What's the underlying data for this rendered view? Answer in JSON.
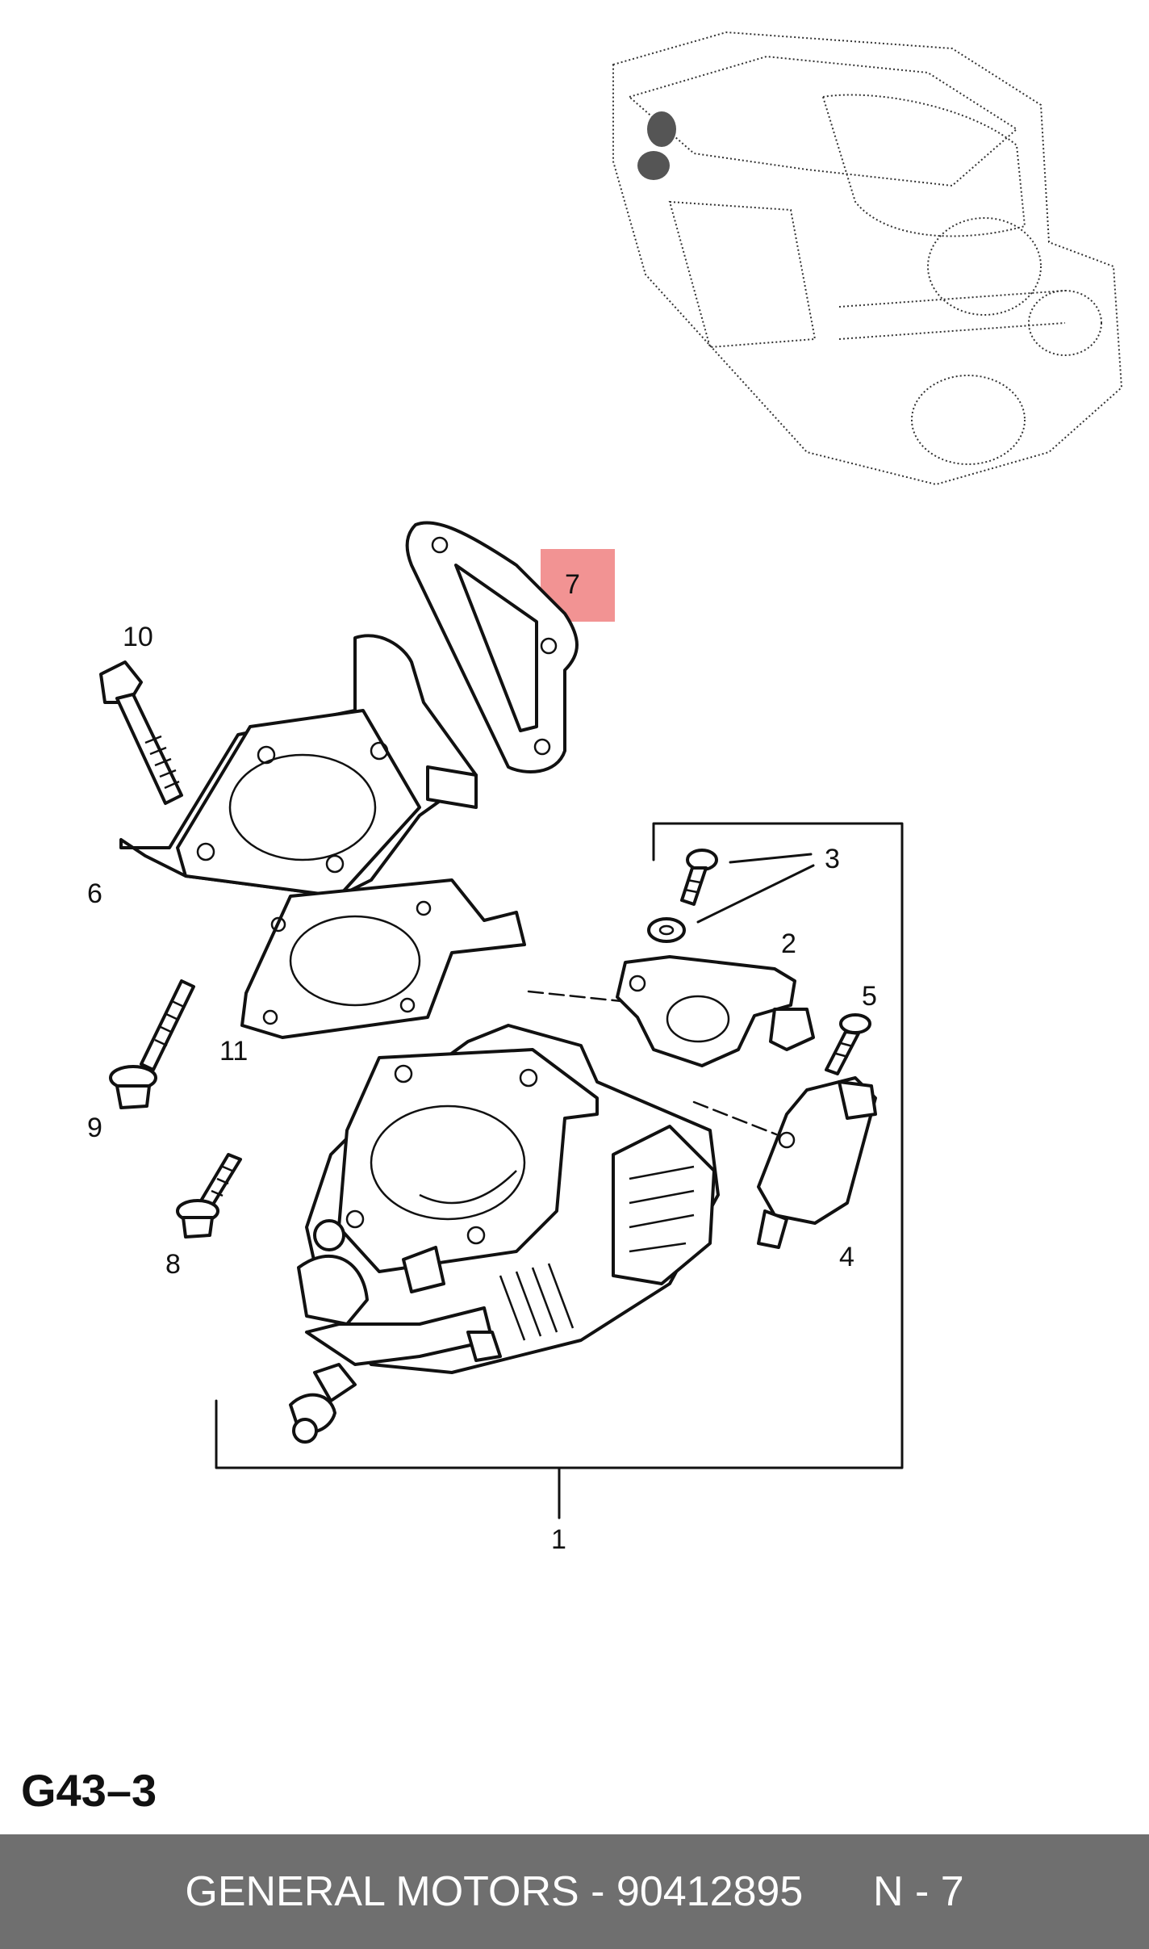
{
  "figure_code": "G43–3",
  "footer": {
    "text": "GENERAL MOTORS - 90412895      N - 7"
  },
  "highlight": {
    "label": "7",
    "color": "#f08080"
  },
  "callouts": {
    "c1": "1",
    "c2": "2",
    "c3": "3",
    "c4": "4",
    "c5": "5",
    "c6": "6",
    "c8": "8",
    "c9": "9",
    "c10": "10",
    "c11": "11"
  },
  "colors": {
    "footer_bg": "#6f6f6f",
    "footer_text": "#ffffff",
    "line": "#111111"
  }
}
